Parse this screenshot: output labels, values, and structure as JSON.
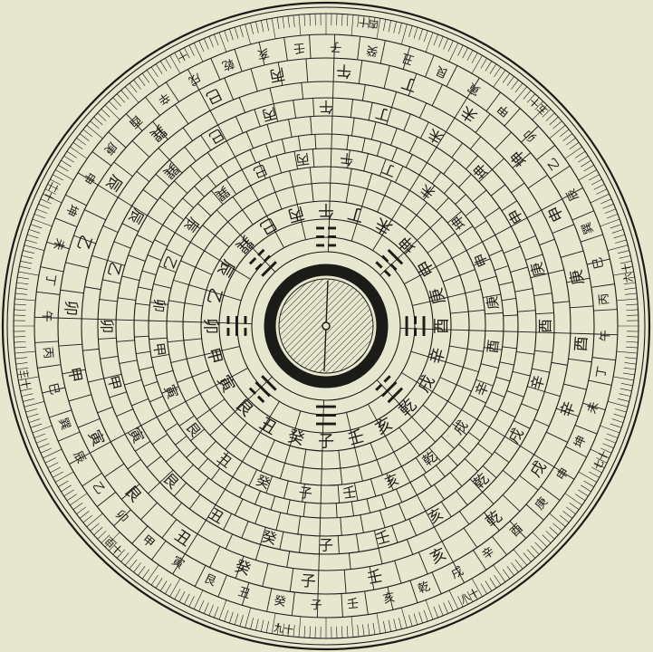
{
  "figure": {
    "description_free": true,
    "colors": {
      "paper": "#e7e7cf",
      "ink": "#1b1b18"
    },
    "compass": {
      "trigrams": [
        "☰",
        "☴",
        "☵",
        "☶",
        "☷",
        "☳",
        "☲",
        "☱"
      ],
      "inner_ring_chars": [
        "子",
        "癸",
        "丑",
        "艮",
        "寅",
        "甲",
        "卯",
        "乙",
        "辰",
        "巽",
        "巳",
        "丙",
        "午",
        "丁",
        "未",
        "坤",
        "申",
        "庚",
        "酉",
        "辛",
        "戌",
        "乾",
        "亥",
        "壬"
      ],
      "bottom_labels": [
        "壬",
        "子",
        "癸",
        "丑",
        "艮"
      ],
      "top_labels": [
        "丙",
        "午",
        "丁",
        "未"
      ],
      "left_labels": [
        "甲",
        "卯",
        "乙"
      ],
      "right_labels": [
        "庚",
        "酉",
        "辛"
      ],
      "outer_edge_marks": [
        "四十",
        "五十",
        "六十",
        "七十",
        "八十",
        "九十",
        "百十",
        "三十",
        "二十",
        "十"
      ]
    }
  }
}
